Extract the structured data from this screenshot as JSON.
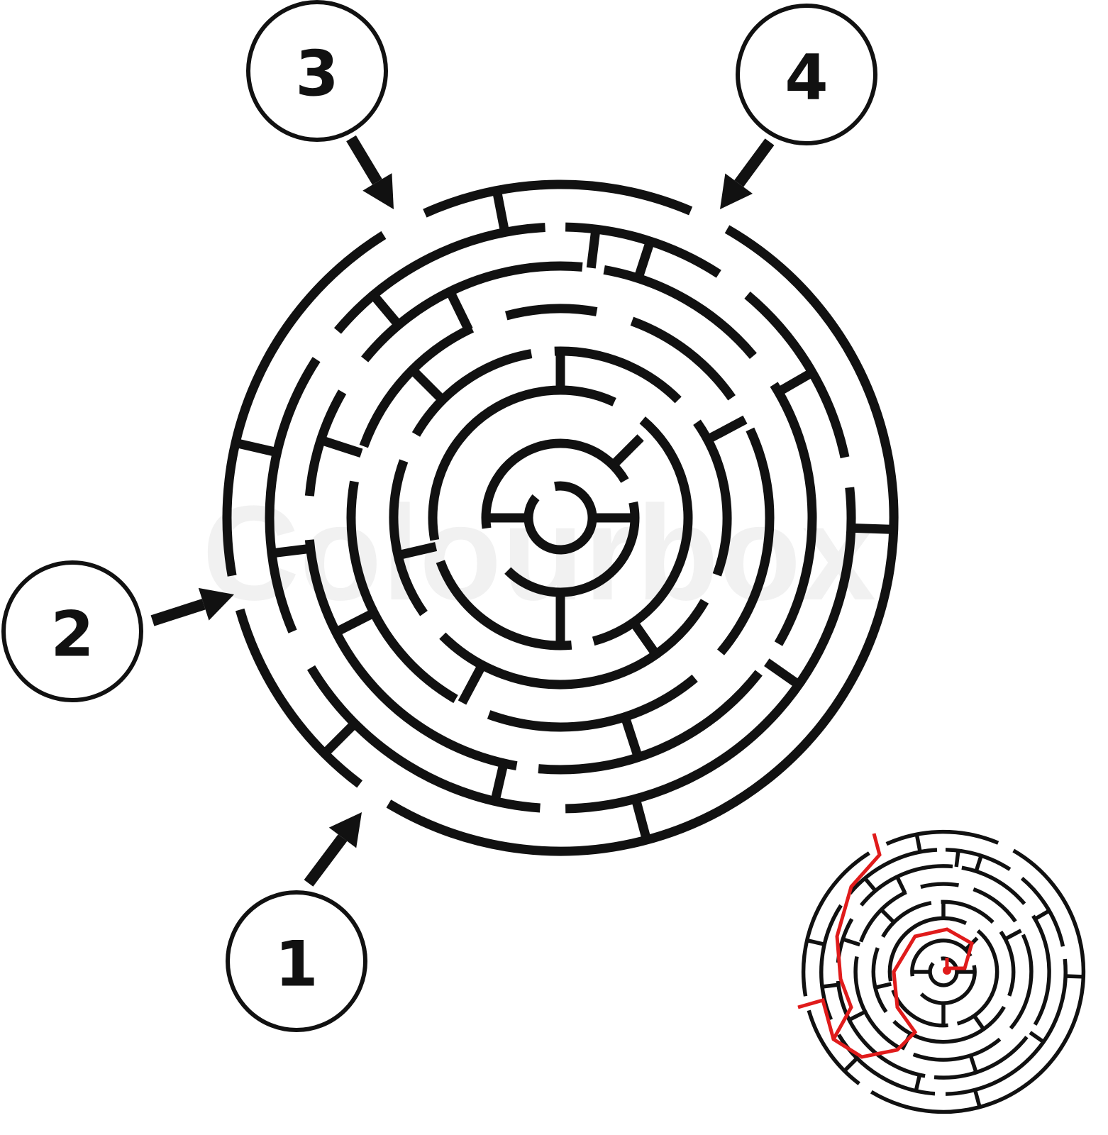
{
  "entrances": [
    {
      "label": "1"
    },
    {
      "label": "2"
    },
    {
      "label": "3"
    },
    {
      "label": "4"
    }
  ],
  "watermark": "Colourbox",
  "colors": {
    "wall": "#111111",
    "solution_path": "#e01b1b",
    "background": "#ffffff"
  },
  "solution_thumbnail": {
    "shown": true
  }
}
